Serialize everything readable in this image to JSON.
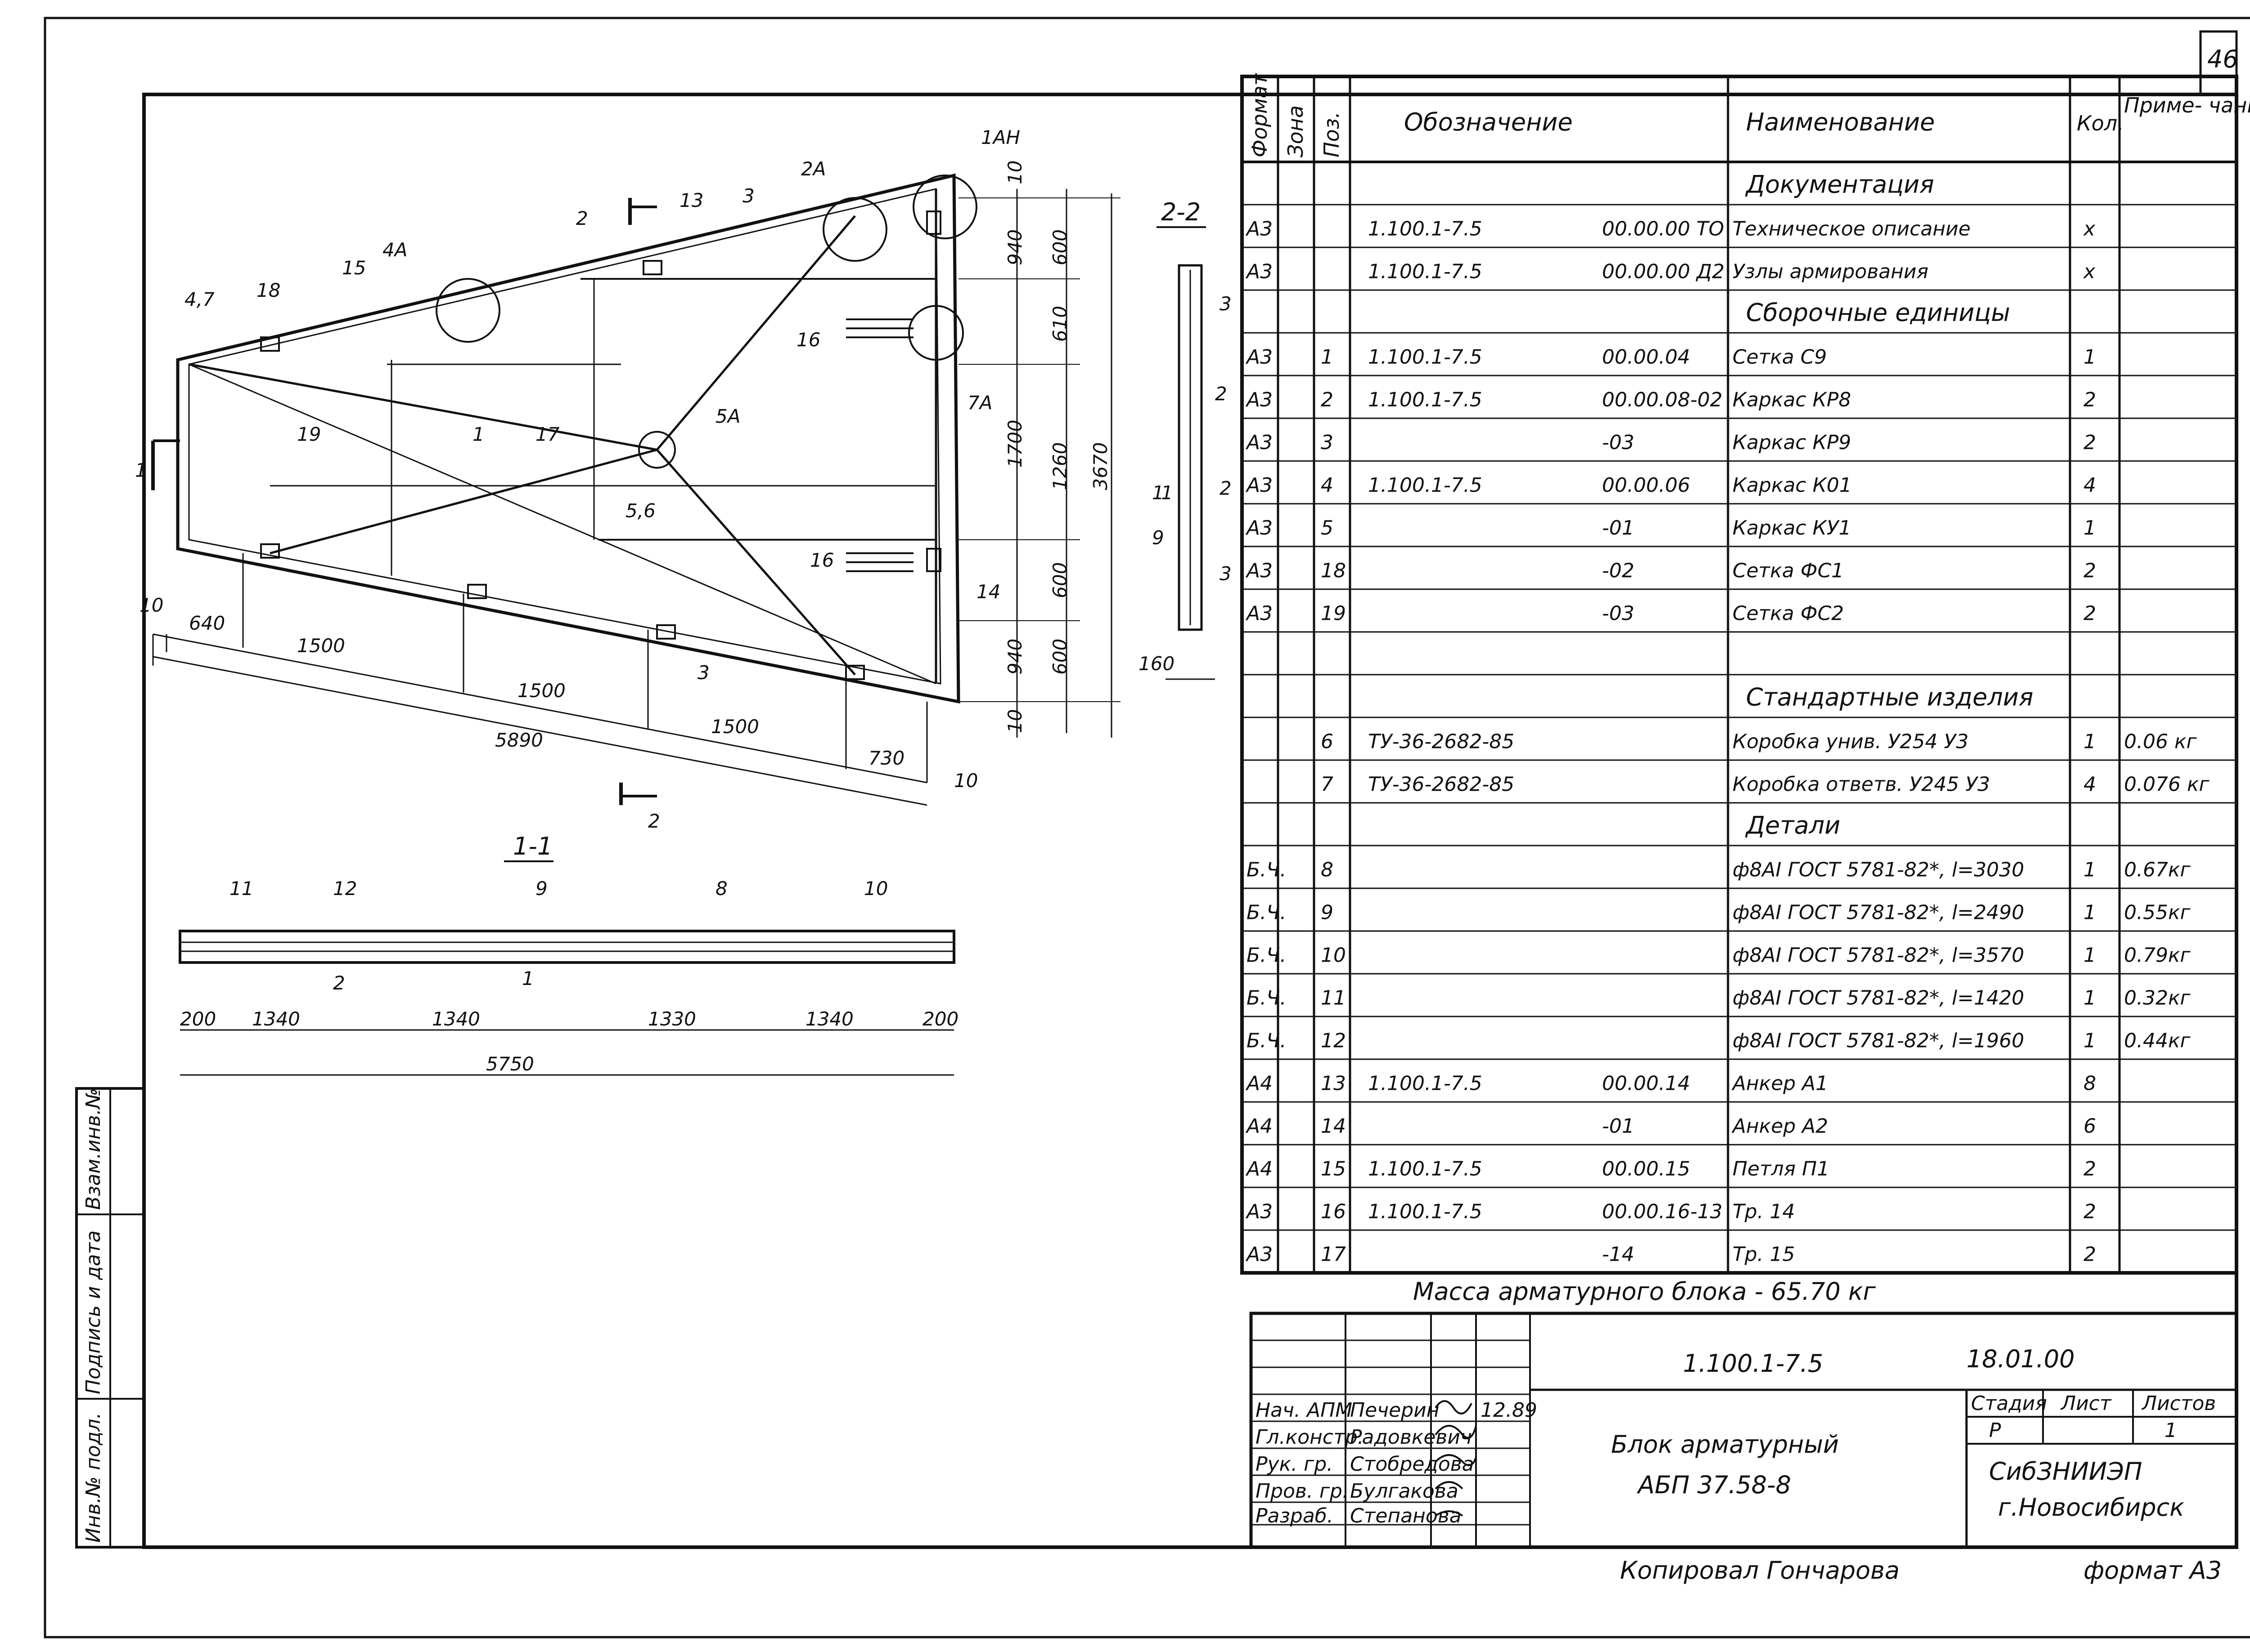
{
  "sheet": {
    "page_number": "46",
    "format_label": "формат А3",
    "copied_by": "Копировал Гончарова",
    "side_stamp": [
      "Инв.№ подл.",
      "Подпись и дата",
      "Взам.инв.№"
    ]
  },
  "drawing": {
    "main_dims": [
      "10",
      "640",
      "1500",
      "1500",
      "1500",
      "730",
      "10",
      "5890"
    ],
    "vert_dims": [
      "10",
      "940",
      "600",
      "610",
      "1700",
      "1260",
      "600",
      "940",
      "600",
      "10",
      "3670"
    ],
    "callouts": [
      "1АН",
      "2А",
      "4А",
      "5А",
      "7А",
      "4,7",
      "18",
      "15",
      "13",
      "3",
      "2",
      "16",
      "19",
      "1",
      "17",
      "5,6",
      "16",
      "14",
      "3",
      "2",
      "1",
      "1"
    ],
    "section_22": {
      "title": "2-2",
      "labels": [
        "3",
        "2",
        "2",
        "3",
        "9",
        "1",
        "160"
      ]
    },
    "section_11": {
      "title": "1-1",
      "labels": [
        "11",
        "12",
        "9",
        "8",
        "10",
        "2",
        "1"
      ],
      "dims": [
        "200",
        "1340",
        "1340",
        "1330",
        "1340",
        "200",
        "5750"
      ]
    },
    "section_marks": [
      "2",
      "2"
    ]
  },
  "spec": {
    "headers": {
      "format": "Формат",
      "zone": "Зона",
      "pos": "Поз.",
      "designation": "Обозначение",
      "name": "Наименование",
      "qty": "Кол.",
      "note": "Приме-\nчание"
    },
    "rows": [
      {
        "fmt": "",
        "pos": "",
        "des": "",
        "code": "",
        "name": "Документация",
        "qty": "",
        "note": "",
        "section": true
      },
      {
        "fmt": "А3",
        "pos": "",
        "des": "1.100.1-7.5",
        "code": "00.00.00 ТО",
        "name": "Техническое описание",
        "qty": "х",
        "note": ""
      },
      {
        "fmt": "А3",
        "pos": "",
        "des": "1.100.1-7.5",
        "code": "00.00.00 Д2",
        "name": "Узлы армирования",
        "qty": "х",
        "note": ""
      },
      {
        "fmt": "",
        "pos": "",
        "des": "",
        "code": "",
        "name": "Сборочные единицы",
        "qty": "",
        "note": "",
        "section": true
      },
      {
        "fmt": "А3",
        "pos": "1",
        "des": "1.100.1-7.5",
        "code": "00.00.04",
        "name": "Сетка С9",
        "qty": "1",
        "note": ""
      },
      {
        "fmt": "А3",
        "pos": "2",
        "des": "1.100.1-7.5",
        "code": "00.00.08-02",
        "name": "Каркас КР8",
        "qty": "2",
        "note": ""
      },
      {
        "fmt": "А3",
        "pos": "3",
        "des": "",
        "code": "-03",
        "name": "Каркас КР9",
        "qty": "2",
        "note": ""
      },
      {
        "fmt": "А3",
        "pos": "4",
        "des": "1.100.1-7.5",
        "code": "00.00.06",
        "name": "Каркас К01",
        "qty": "4",
        "note": ""
      },
      {
        "fmt": "А3",
        "pos": "5",
        "des": "",
        "code": "-01",
        "name": "Каркас КУ1",
        "qty": "1",
        "note": ""
      },
      {
        "fmt": "А3",
        "pos": "18",
        "des": "",
        "code": "-02",
        "name": "Сетка ФС1",
        "qty": "2",
        "note": ""
      },
      {
        "fmt": "А3",
        "pos": "19",
        "des": "",
        "code": "-03",
        "name": "Сетка ФС2",
        "qty": "2",
        "note": ""
      },
      {
        "fmt": "",
        "pos": "",
        "des": "",
        "code": "",
        "name": "",
        "qty": "",
        "note": ""
      },
      {
        "fmt": "",
        "pos": "",
        "des": "",
        "code": "",
        "name": "Стандартные изделия",
        "qty": "",
        "note": "",
        "section": true
      },
      {
        "fmt": "",
        "pos": "6",
        "des": "ТУ-36-2682-85",
        "code": "",
        "name": "Коробка унив. У254 У3",
        "qty": "1",
        "note": "0.06 кг"
      },
      {
        "fmt": "",
        "pos": "7",
        "des": "ТУ-36-2682-85",
        "code": "",
        "name": "Коробка ответв. У245 У3",
        "qty": "4",
        "note": "0.076 кг"
      },
      {
        "fmt": "",
        "pos": "",
        "des": "",
        "code": "",
        "name": "Детали",
        "qty": "",
        "note": "",
        "section": true
      },
      {
        "fmt": "Б.Ч.",
        "pos": "8",
        "des": "",
        "code": "",
        "name": "ф8АI ГОСТ 5781-82*, l=3030",
        "qty": "1",
        "note": "0.67кг"
      },
      {
        "fmt": "Б.Ч.",
        "pos": "9",
        "des": "",
        "code": "",
        "name": "ф8АI ГОСТ 5781-82*, l=2490",
        "qty": "1",
        "note": "0.55кг"
      },
      {
        "fmt": "Б.Ч.",
        "pos": "10",
        "des": "",
        "code": "",
        "name": "ф8АI ГОСТ 5781-82*, l=3570",
        "qty": "1",
        "note": "0.79кг"
      },
      {
        "fmt": "Б.Ч.",
        "pos": "11",
        "des": "",
        "code": "",
        "name": "ф8АI ГОСТ 5781-82*, l=1420",
        "qty": "1",
        "note": "0.32кг"
      },
      {
        "fmt": "Б.Ч.",
        "pos": "12",
        "des": "",
        "code": "",
        "name": "ф8АI ГОСТ 5781-82*, l=1960",
        "qty": "1",
        "note": "0.44кг"
      },
      {
        "fmt": "А4",
        "pos": "13",
        "des": "1.100.1-7.5",
        "code": "00.00.14",
        "name": "Анкер А1",
        "qty": "8",
        "note": ""
      },
      {
        "fmt": "А4",
        "pos": "14",
        "des": "",
        "code": "-01",
        "name": "Анкер А2",
        "qty": "6",
        "note": ""
      },
      {
        "fmt": "А4",
        "pos": "15",
        "des": "1.100.1-7.5",
        "code": "00.00.15",
        "name": "Петля П1",
        "qty": "2",
        "note": ""
      },
      {
        "fmt": "А3",
        "pos": "16",
        "des": "1.100.1-7.5",
        "code": "00.00.16-13",
        "name": "Тр. 14",
        "qty": "2",
        "note": ""
      },
      {
        "fmt": "А3",
        "pos": "17",
        "des": "",
        "code": "-14",
        "name": "Тр. 15",
        "qty": "2",
        "note": ""
      }
    ],
    "mass_note": "Масса арматурного блока - 65.70 кг"
  },
  "title_block": {
    "doc_code": "1.100.1-7.5",
    "doc_date": "18.01.00",
    "title": "Блок арматурный",
    "mark": "АБП 37.58-8",
    "stage_label": "Стадия",
    "sheet_label": "Лист",
    "sheets_label": "Листов",
    "stage": "Р",
    "sheet": "",
    "sheets": "1",
    "org": "СибЗНИИЭП",
    "city": "г.Новосибирск",
    "date": "12.89",
    "staff": [
      {
        "role": "Нач. АПМ",
        "name": "Печерин"
      },
      {
        "role": "Гл.констр.",
        "name": "Радовкевич"
      },
      {
        "role": "Рук. гр.",
        "name": "Стобредова"
      },
      {
        "role": "Пров. гр.",
        "name": "Булгакова"
      },
      {
        "role": "Разраб.",
        "name": "Степанова"
      }
    ]
  }
}
